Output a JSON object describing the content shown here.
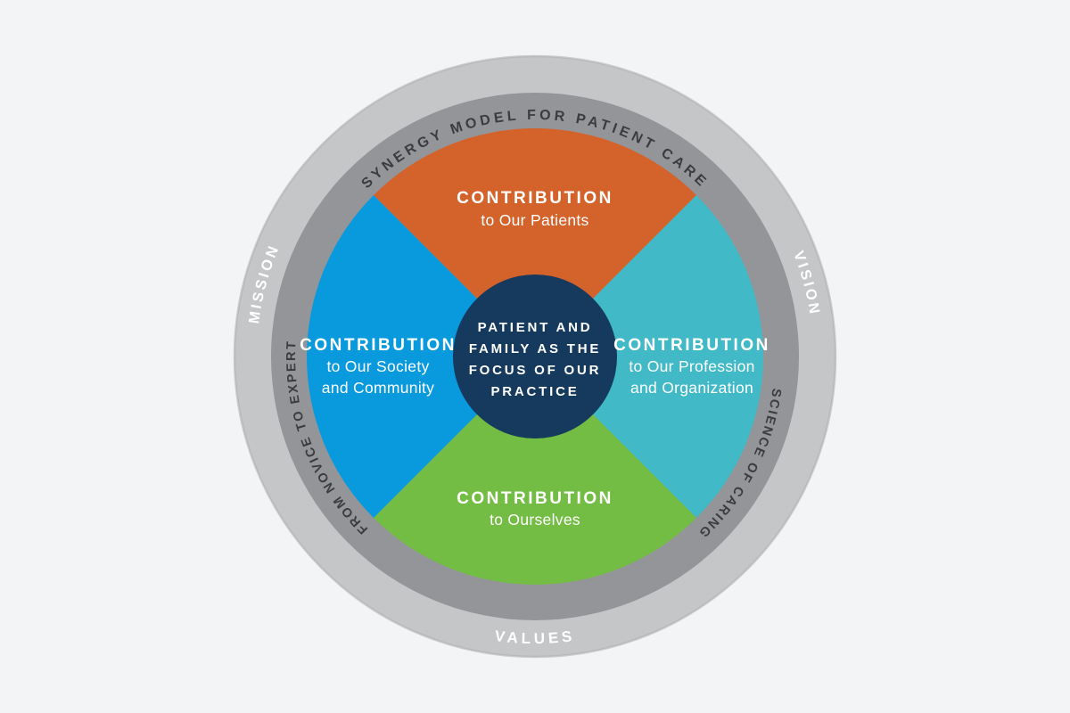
{
  "title": "Synergy Model for Patient Care diagram",
  "colors": {
    "background": "#F3F4F6",
    "outer_ring": "#C4C6C8",
    "outer_ring_edge": "#AEB0B3",
    "middle_ring": "#939598",
    "quadrant_top": "#D4632B",
    "quadrant_right": "#41B9C7",
    "quadrant_bottom": "#74BD45",
    "quadrant_left": "#0999DD",
    "center_circle": "#16395E",
    "ring_text_dark": "#3B3C3E",
    "ring_text_light": "#FFFFFF",
    "quadrant_text": "#FFFFFF"
  },
  "rings": {
    "middle_labels": {
      "top": "SYNERGY MODEL FOR PATIENT CARE",
      "left": "FROM NOVICE TO EXPERT",
      "right": "SCIENCE OF CARING"
    },
    "outer_labels": {
      "mission": "MISSION",
      "vision": "VISION",
      "values": "VALUES"
    }
  },
  "quadrants": {
    "top": {
      "heading": "CONTRIBUTION",
      "line1": "to Our Patients"
    },
    "right": {
      "heading": "CONTRIBUTION",
      "line1": "to Our Profession",
      "line2": "and Organization"
    },
    "bottom": {
      "heading": "CONTRIBUTION",
      "line1": "to Ourselves"
    },
    "left": {
      "heading": "CONTRIBUTION",
      "line1": "to Our Society",
      "line2": "and Community"
    }
  },
  "center": {
    "line1": "PATIENT AND",
    "line2": "FAMILY AS THE",
    "line3": "FOCUS OF OUR",
    "line4": "PRACTICE"
  }
}
